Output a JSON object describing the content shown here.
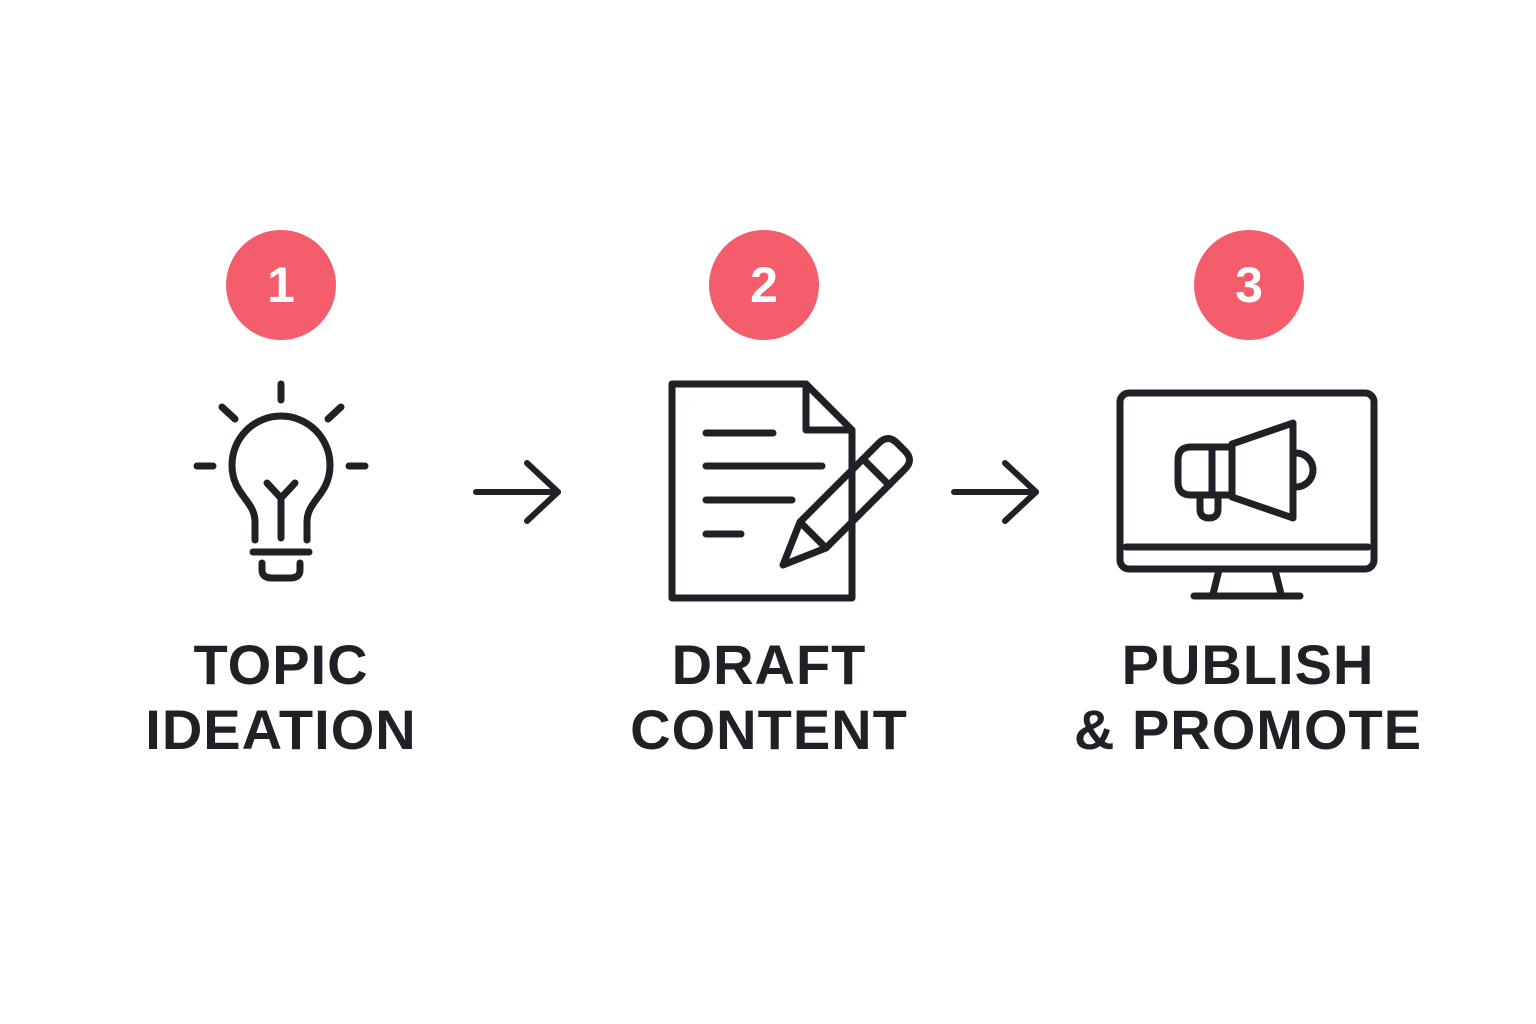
{
  "colors": {
    "accent": "#f45d6b",
    "ink": "#1e2227",
    "background": "#ffffff"
  },
  "steps": [
    {
      "number": "1",
      "icon": "lightbulb-icon",
      "label_lines": [
        "TOPIC",
        "IDEATION"
      ]
    },
    {
      "number": "2",
      "icon": "document-pencil-icon",
      "label_lines": [
        "DRAFT",
        "CONTENT"
      ]
    },
    {
      "number": "3",
      "icon": "monitor-megaphone-icon",
      "label_lines": [
        "PUBLISH",
        "& PROMOTE"
      ]
    }
  ],
  "connectors": [
    {
      "from": "1",
      "to": "2",
      "icon": "arrow-right-icon"
    },
    {
      "from": "2",
      "to": "3",
      "icon": "arrow-right-icon"
    }
  ]
}
